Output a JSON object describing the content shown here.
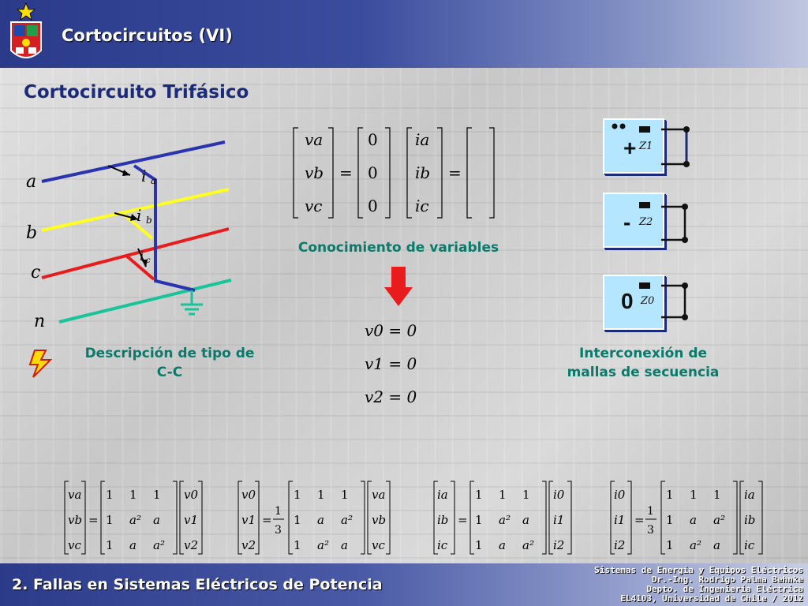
{
  "header": {
    "title": "Cortocircuitos (VI)"
  },
  "section_title": "Cortocircuito Trifásico",
  "phases": {
    "a": "a",
    "b": "b",
    "c": "c",
    "n": "n"
  },
  "currents": {
    "ia": "i",
    "ib": "i",
    "ic": "i",
    "sub_a": "a",
    "sub_b": "b",
    "sub_c": "c"
  },
  "captions": {
    "description_line1": "Descripción de tipo de",
    "description_line2": "C-C",
    "knowledge": "Conocimiento de variables",
    "interconnection_line1": "Interconexión de",
    "interconnection_line2": "mallas de secuencia"
  },
  "main_matrix": {
    "v_entries": [
      "va",
      "vb",
      "vc"
    ],
    "zeros": [
      "0",
      "0",
      "0"
    ],
    "i_entries": [
      "ia",
      "ib",
      "ic"
    ],
    "equals": "="
  },
  "sequence_results": [
    "v0 = 0",
    "v1 = 0",
    "v2 = 0"
  ],
  "sequence_nets": [
    {
      "sign": "+",
      "z": "Z1"
    },
    {
      "sign": "-",
      "z": "Z2"
    },
    {
      "sign": "0",
      "z": "Z0"
    }
  ],
  "transforms": [
    {
      "lhs": [
        "va",
        "vb",
        "vc"
      ],
      "factor": "",
      "matrix": [
        [
          "1",
          "1",
          "1"
        ],
        [
          "1",
          "a²",
          "a"
        ],
        [
          "1",
          "a",
          "a²"
        ]
      ],
      "rhs": [
        "v0",
        "v1",
        "v2"
      ]
    },
    {
      "lhs": [
        "v0",
        "v1",
        "v2"
      ],
      "factor": "1/3",
      "matrix": [
        [
          "1",
          "1",
          "1"
        ],
        [
          "1",
          "a",
          "a²"
        ],
        [
          "1",
          "a²",
          "a"
        ]
      ],
      "rhs": [
        "va",
        "vb",
        "vc"
      ]
    },
    {
      "lhs": [
        "ia",
        "ib",
        "ic"
      ],
      "factor": "",
      "matrix": [
        [
          "1",
          "1",
          "1"
        ],
        [
          "1",
          "a²",
          "a"
        ],
        [
          "1",
          "a",
          "a²"
        ]
      ],
      "rhs": [
        "i0",
        "i1",
        "i2"
      ]
    },
    {
      "lhs": [
        "i0",
        "i1",
        "i2"
      ],
      "factor": "1/3",
      "matrix": [
        [
          "1",
          "1",
          "1"
        ],
        [
          "1",
          "a",
          "a²"
        ],
        [
          "1",
          "a²",
          "a"
        ]
      ],
      "rhs": [
        "ia",
        "ib",
        "ic"
      ]
    }
  ],
  "footer": {
    "left": "2. Fallas en Sistemas Eléctricos de Potencia",
    "right_line1": "Sistemas de Energía y Equipos Eléctricos",
    "right_line2": "Dr.-Ing. Rodrigo Palma Behnke",
    "right_line3": "Depto. de Ingeniería Eléctrica",
    "right_line4": "EL4103, Universidad de Chile  /  2012"
  },
  "colors": {
    "phase_a": "#2a34b0",
    "phase_b": "#ffff20",
    "phase_c": "#e81c1c",
    "phase_n": "#19c49a",
    "caption": "#0b7a6a",
    "title": "#1c2a7a"
  }
}
